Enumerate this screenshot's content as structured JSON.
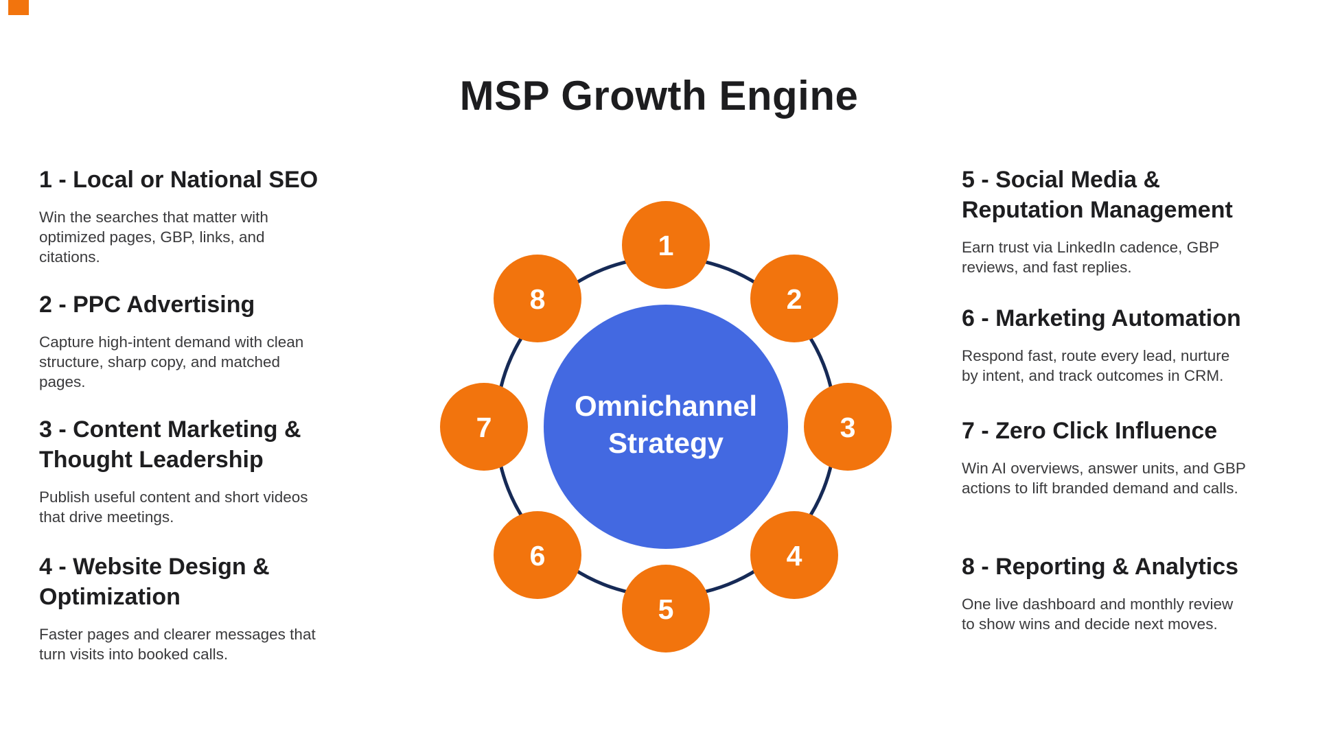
{
  "title": "MSP Growth Engine",
  "colors": {
    "accent_orange": "#F2740D",
    "center_blue": "#4369E1",
    "ring_navy": "#162A56",
    "heading_text": "#1E1E20",
    "body_text": "#3A3A3C",
    "background": "#FFFFFF"
  },
  "diagram": {
    "center_line1": "Omnichannel",
    "center_line2": "Strategy",
    "nodes": [
      "1",
      "2",
      "3",
      "4",
      "5",
      "6",
      "7",
      "8"
    ]
  },
  "left_items": [
    {
      "heading": "1 - Local or National SEO",
      "body": "Win the searches that matter with\noptimized pages, GBP, links, and\ncitations."
    },
    {
      "heading": "2 - PPC Advertising",
      "body": "Capture high-intent demand with clean\nstructure, sharp copy, and matched\npages."
    },
    {
      "heading": "3 - Content Marketing &\nThought Leadership",
      "body": "Publish useful content and short videos\nthat drive meetings."
    },
    {
      "heading": "4 - Website Design &\nOptimization",
      "body": "Faster pages and clearer messages that\nturn visits into booked calls."
    }
  ],
  "right_items": [
    {
      "heading": "5 - Social Media &\nReputation Management",
      "body": "Earn trust via LinkedIn cadence, GBP\nreviews, and fast replies."
    },
    {
      "heading": "6 - Marketing Automation",
      "body": "Respond fast, route every lead, nurture\nby intent, and track outcomes in CRM."
    },
    {
      "heading": "7 - Zero Click Influence",
      "body": "Win AI overviews, answer units, and GBP\nactions to lift branded demand and calls."
    },
    {
      "heading": "8 - Reporting & Analytics",
      "body": "One live dashboard and monthly review\nto show wins and decide next moves."
    }
  ]
}
